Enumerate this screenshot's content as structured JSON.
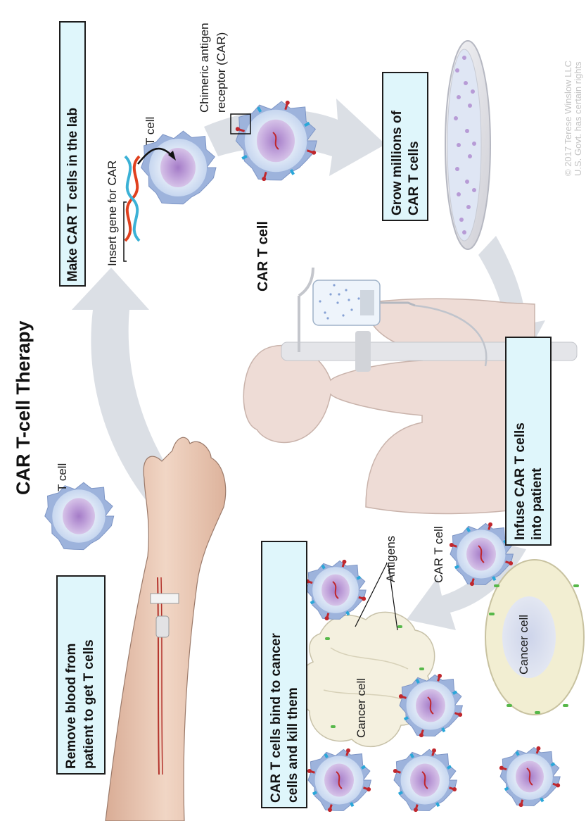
{
  "title": "CAR T-cell Therapy",
  "steps": {
    "remove": [
      "Remove blood from",
      "patient to get T cells"
    ],
    "make": "Make CAR T cells in the lab",
    "grow": [
      "Grow millions of",
      "CAR T cells"
    ],
    "infuse": [
      "Infuse CAR T cells",
      "into patient"
    ],
    "bind": [
      "CAR T cells bind to cancer",
      "cells and kill them"
    ]
  },
  "labels": {
    "t_cell_arm": "T cell",
    "insert_gene": "Insert gene for CAR",
    "t_cell_lab": "T cell",
    "car_receptor": [
      "Chimeric antigen",
      "receptor (CAR)"
    ],
    "car_t_cell_lab": "CAR T cell",
    "car_t_cell_bottom": "CAR T cell",
    "antigens": "Antigens",
    "cancer_cell_left": "Cancer cell",
    "cancer_cell_right": "Cancer cell"
  },
  "copyright": [
    "© 2017 Terese Winslow LLC",
    "U.S. Govt. has certain rights"
  ],
  "colors": {
    "step_box": "#dff6fb",
    "cycle_arrow": "#d9dde4",
    "cell_membrane": "#9db3dc",
    "cell_nucleus": "#b89ad4",
    "car_receptor": "#c0272d",
    "antigen": "#57b84a",
    "cancer_cell": "#f2eed2",
    "skin": "#e6c4ae",
    "silhouette": "#eedcd6"
  }
}
